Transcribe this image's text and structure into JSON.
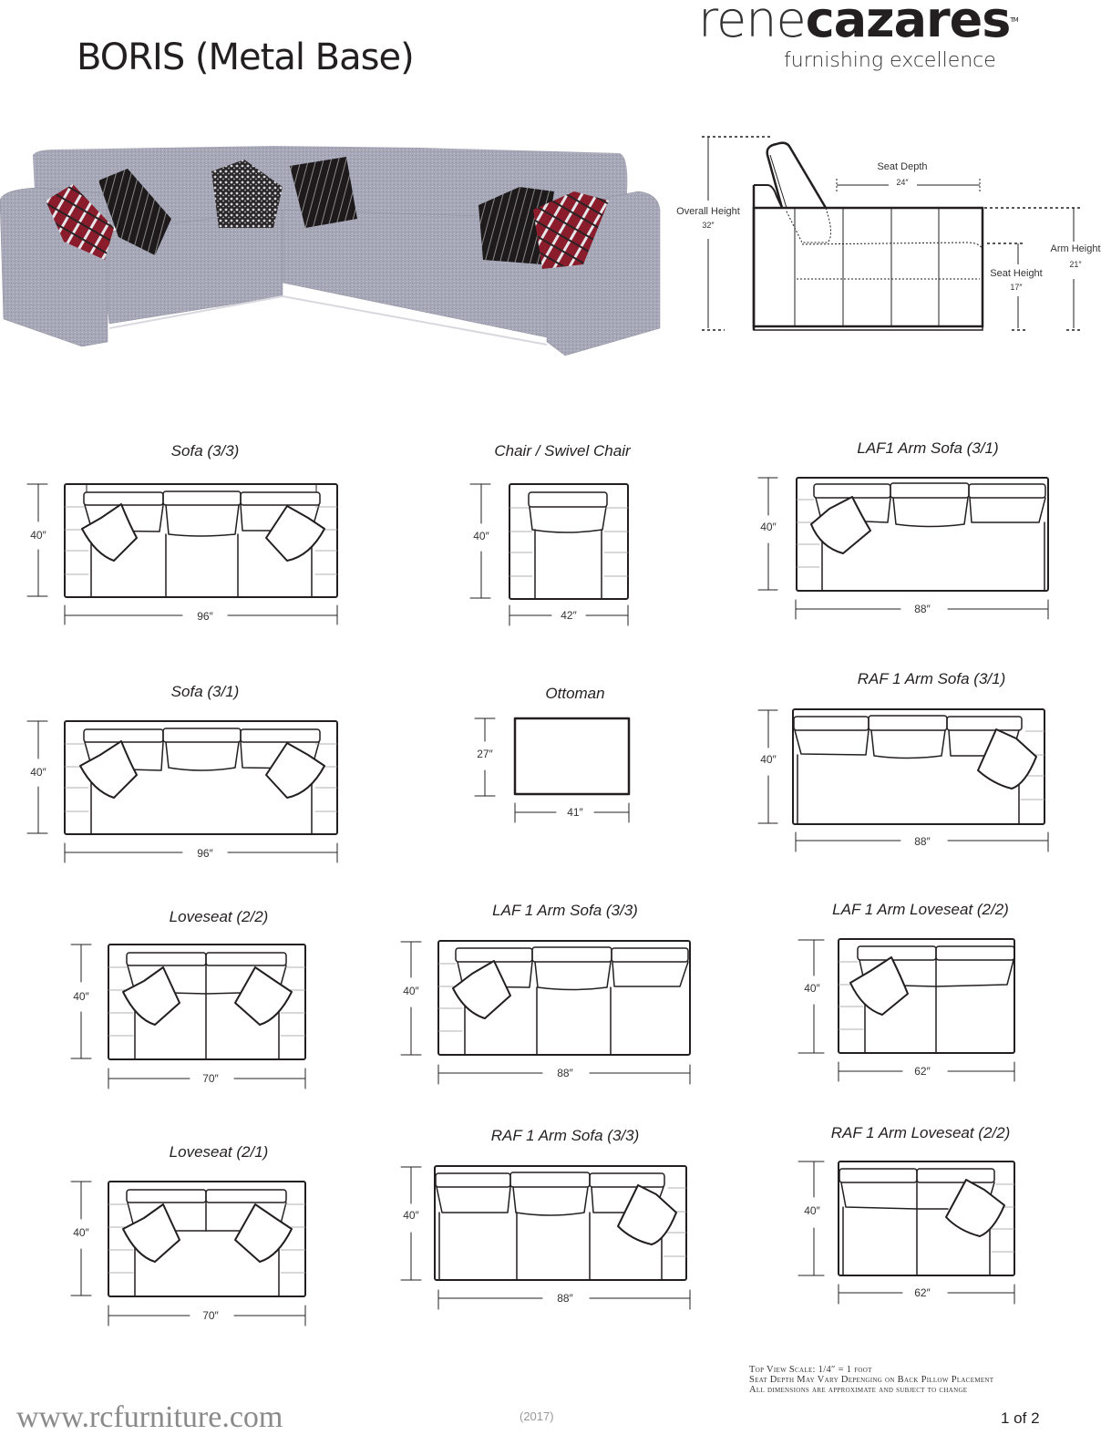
{
  "header": {
    "title": "BORIS (Metal Base)",
    "brand_light": "rene",
    "brand_bold": "cazares",
    "trademark": "TM",
    "tagline": "furnishing excellence"
  },
  "photo": {
    "alt": "Boris sectional sofa with metal base, gray fabric with red plaid and black striped pillows",
    "fabric_color": "#a9aab8",
    "pillow_red": "#8a1c2b",
    "pillow_black": "#1e1a1c"
  },
  "side_view": {
    "overall_height_label": "Overall Height",
    "overall_height_value": "32″",
    "seat_depth_label": "Seat Depth",
    "seat_depth_value": "24″",
    "arm_height_label": "Arm Height",
    "arm_height_value": "21″",
    "seat_height_label": "Seat Height",
    "seat_height_value": "17″"
  },
  "pieces": [
    {
      "name": "Sofa (3/3)",
      "depth": "40″",
      "width": "96″"
    },
    {
      "name": "Chair / Swivel Chair",
      "depth": "40″",
      "width": "42″"
    },
    {
      "name": "LAF1  Arm Sofa (3/1)",
      "depth": "40″",
      "width": "88″"
    },
    {
      "name": "Sofa (3/1)",
      "depth": "40″",
      "width": "96″"
    },
    {
      "name": "Ottoman",
      "depth": "27″",
      "width": "41″"
    },
    {
      "name": "RAF 1  Arm Sofa (3/1)",
      "depth": "40″",
      "width": "88″"
    },
    {
      "name": "Loveseat (2/2)",
      "depth": "40″",
      "width": "70″"
    },
    {
      "name": "LAF 1  Arm Sofa (3/3)",
      "depth": "40″",
      "width": "88″"
    },
    {
      "name": "LAF 1 Arm Loveseat (2/2)",
      "depth": "40″",
      "width": "62″"
    },
    {
      "name": "Loveseat (2/1)",
      "depth": "40″",
      "width": "70″"
    },
    {
      "name": "RAF 1  Arm Sofa (3/3)",
      "depth": "40″",
      "width": "88″"
    },
    {
      "name": "RAF 1 Arm Loveseat (2/2)",
      "depth": "40″",
      "width": "62″"
    }
  ],
  "footer": {
    "notes": [
      "Top View Scale: 1/4″ = 1 foot",
      "Seat Depth May Vary Depenging on Back Pillow Placement",
      "All dimensions are approximate and subject to change"
    ],
    "url": "www.rcfurniture.com",
    "year": "(2017)",
    "page": "1 of 2"
  }
}
